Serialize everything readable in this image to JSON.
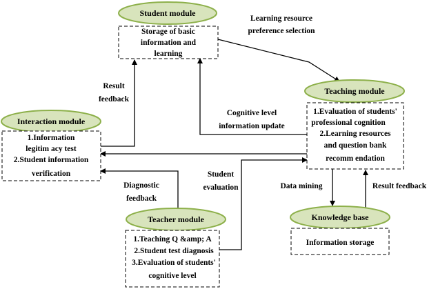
{
  "modules": {
    "student": {
      "title": "Student module",
      "lines": [
        "Storage of basic",
        "information and",
        "learning"
      ]
    },
    "teaching": {
      "title": "Teaching module",
      "lines": [
        "1.Evaluation of students'",
        "professional cognition",
        "2.Learning resources",
        "and question bank",
        "recomm endation"
      ]
    },
    "interaction": {
      "title": "Interaction module",
      "lines": [
        "1.Information",
        "legitim acy test",
        "2.Student information",
        "verification"
      ]
    },
    "teacher": {
      "title": "Teacher module",
      "lines": [
        "1.Teaching Q &amp; A",
        "2.Student test diagnosis",
        "3.Evaluation of students'",
        "cognitive level"
      ]
    },
    "knowledge": {
      "title": "Knowledge base",
      "lines": [
        "Information storage"
      ]
    }
  },
  "flows": {
    "learning_pref": [
      "Learning resource",
      "preference selection"
    ],
    "result_feedback_left": [
      "Result",
      "feedback"
    ],
    "cognitive_update": [
      "Cognitive level",
      "information update"
    ],
    "diagnostic_feedback": [
      "Diagnostic",
      "feedback"
    ],
    "student_evaluation": [
      "Student",
      "evaluation"
    ],
    "data_mining": [
      "Data mining"
    ],
    "result_feedback_right": [
      "Result feedback"
    ]
  }
}
